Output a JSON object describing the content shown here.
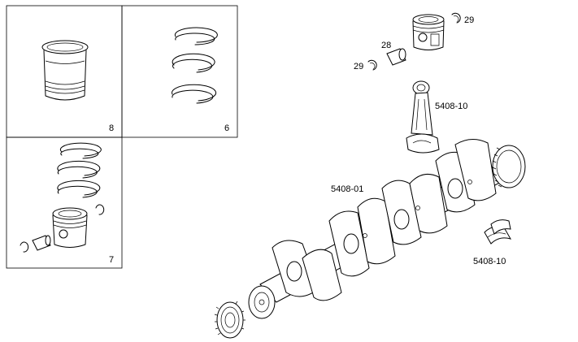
{
  "kit_boxes": [
    {
      "id": "cylinder-liner-kit",
      "number": "8"
    },
    {
      "id": "piston-ring-set",
      "number": "6"
    },
    {
      "id": "piston-assembly-kit",
      "number": "7"
    }
  ],
  "callouts": {
    "snap_ring_right": "29",
    "piston_pin": "28",
    "snap_ring_left": "29",
    "connecting_rod": "5408-10",
    "crankshaft": "5408-01",
    "bearing_shells": "5408-10"
  }
}
